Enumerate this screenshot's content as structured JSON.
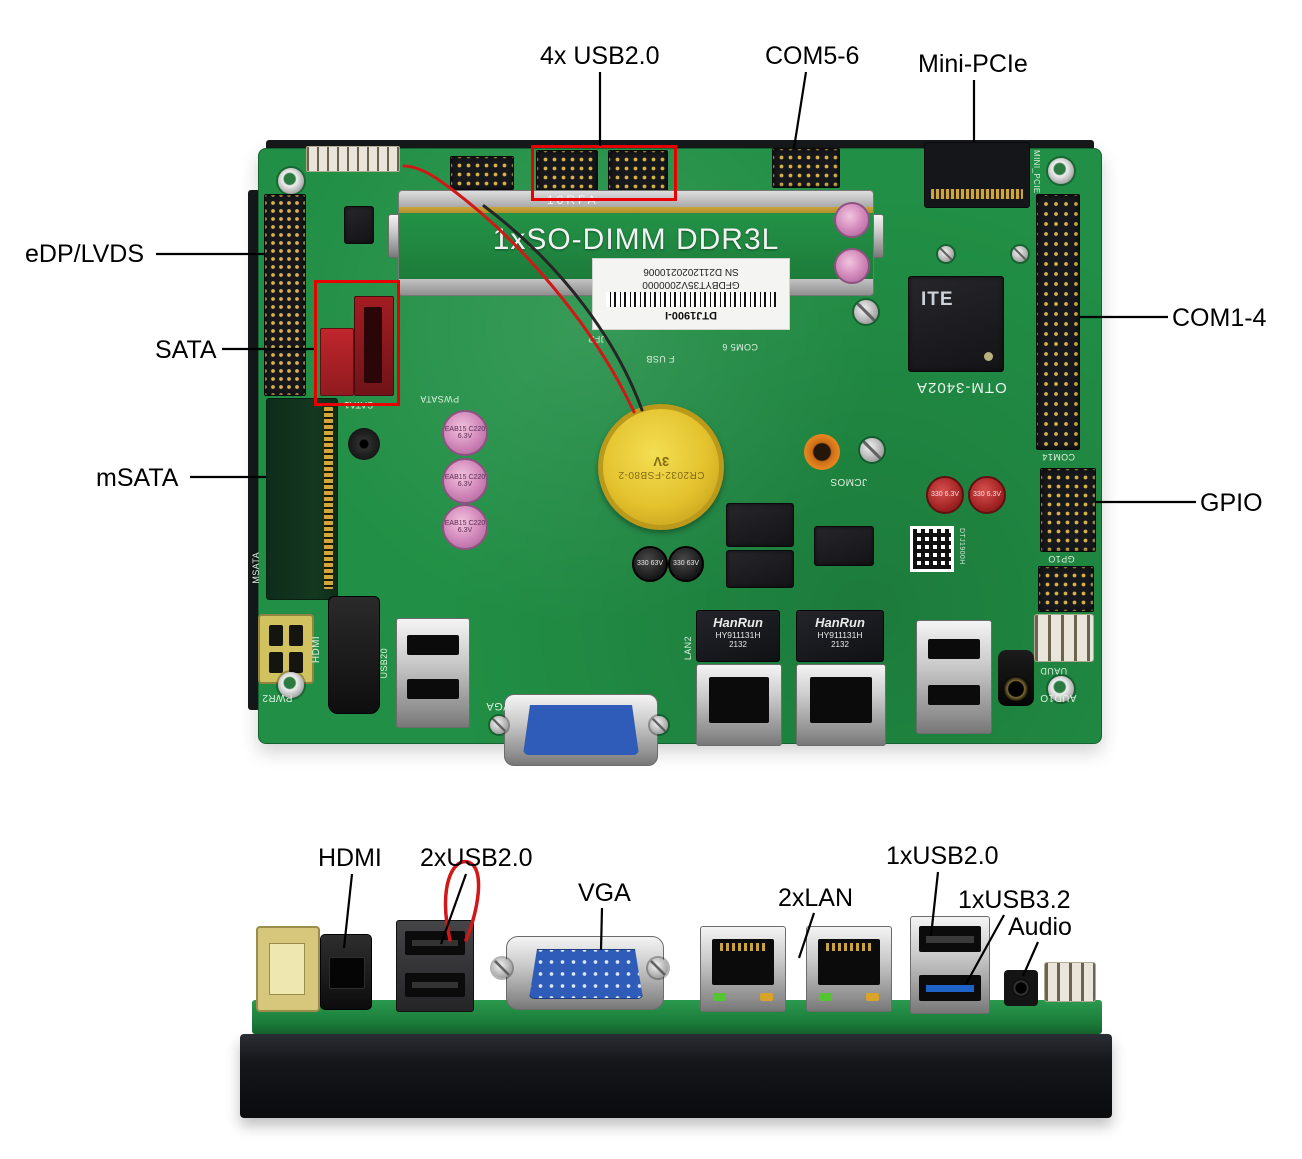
{
  "colors": {
    "pcb_green": "#218f45",
    "highlight_red": "#e80000",
    "leader_line": "#000000",
    "battery_yellow": "#e6c52e",
    "usb3_blue": "#1f63c9",
    "label_text": "#000000"
  },
  "top_view": {
    "callouts": {
      "usb_headers": "4x USB2.0",
      "com5_6": "COM5-6",
      "mini_pcie": "Mini-PCIe",
      "edp_lvds": "eDP/LVDS",
      "sata": "SATA",
      "msata": "mSATA",
      "com1_4": "COM1-4",
      "gpio": "GPIO"
    },
    "dimm": {
      "label": "1xSO-DIMM DDR3L",
      "marking": "18RFA"
    },
    "sticker": {
      "model": "DTJ1900-I",
      "code": "GFDBYT35V2000000",
      "serial": "SN D2112020210006"
    },
    "battery": {
      "model": "CR2032-FSB80-2",
      "voltage": "3V"
    },
    "superio_chip": "ITE",
    "board_model": "OTM-3402A",
    "silkscreen": {
      "jfp": "JFP",
      "f_usb": "F USB",
      "com5_6": "COM5 6",
      "jcmos": "JCMOS",
      "pwsata": "PWSATA",
      "sata1": "SATA1",
      "msata": "MSATA",
      "mini_pcie": "MINI_PCIE",
      "com14": "COM14",
      "gpio": "GP1O",
      "pwr2": "PWR2",
      "hdmi": "HDMI",
      "usb20": "USB20",
      "vga": "VGA",
      "lan2": "LAN2",
      "uaud": "UAUD",
      "aud1o": "AUD1O",
      "qr_id": "DTJ1900H"
    },
    "capacitors": {
      "pink_large": "EAB15 C220 6.3V",
      "red": "330 6.3V",
      "black": "330 63V"
    },
    "lan_transformer": {
      "brand": "HanRun",
      "part": "HY911131H",
      "date_code": "2132"
    }
  },
  "bottom_view": {
    "callouts": {
      "hdmi": "HDMI",
      "usb2": "2xUSB2.0",
      "vga": "VGA",
      "lan": "2xLAN",
      "usb2_single": "1xUSB2.0",
      "usb3_2": "1xUSB3.2",
      "audio": "Audio"
    }
  }
}
